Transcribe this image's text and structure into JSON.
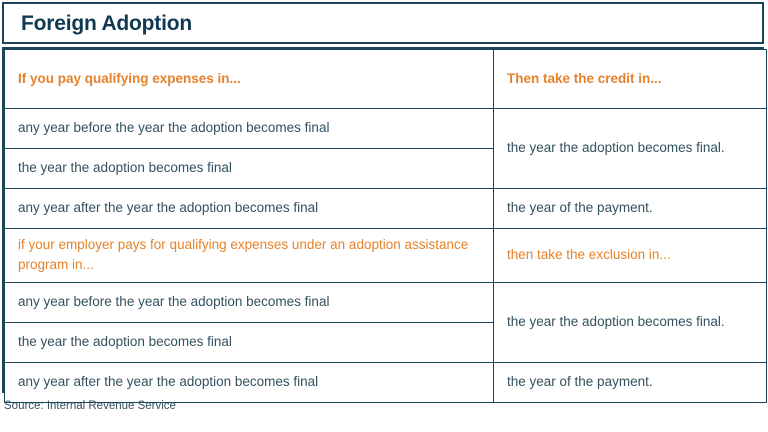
{
  "title": "Foreign Adoption",
  "colors": {
    "border": "#1b4459",
    "title_text": "#103a52",
    "accent_orange": "#e5822b",
    "body_text": "#33515f",
    "background": "#ffffff"
  },
  "table": {
    "headers": {
      "left": "If you pay qualifying expenses in...",
      "right": "Then take the credit in..."
    },
    "section_one": {
      "rows": [
        "any year before the year the adoption becomes final",
        "the year the adoption becomes final"
      ],
      "merged_result": "the year the adoption becomes final.",
      "after_row": {
        "condition": "any year after the year the adoption becomes final",
        "result": "the year of the payment."
      }
    },
    "subheaders": {
      "left": "if your employer pays for qualifying expenses under an adoption assistance program in...",
      "right": "then take the exclusion in..."
    },
    "section_two": {
      "rows": [
        "any year before the year the adoption becomes final",
        "the year the adoption becomes final"
      ],
      "merged_result": "the year the adoption becomes final.",
      "after_row": {
        "condition": "any year after the year the adoption becomes final",
        "result": "the year of the payment."
      }
    }
  },
  "source": "Source: Internal Revenue Service"
}
